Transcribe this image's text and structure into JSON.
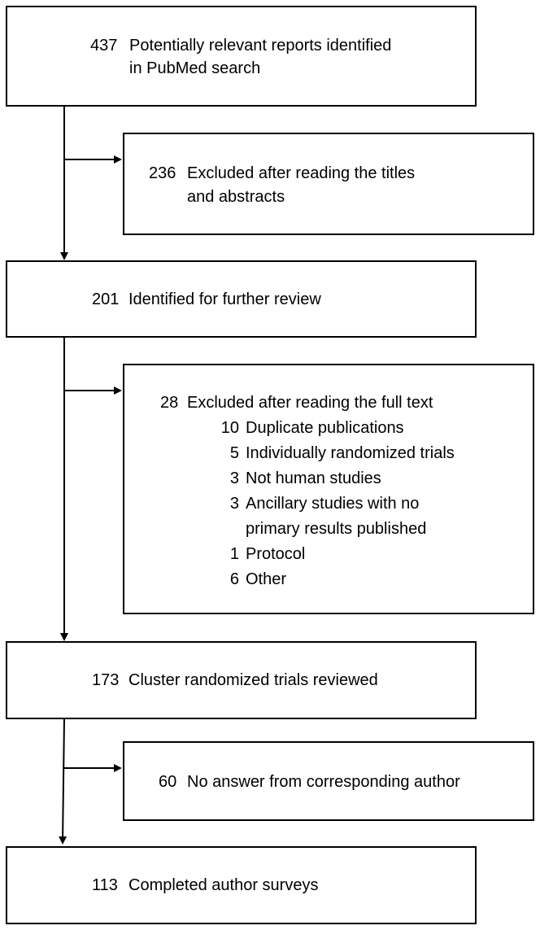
{
  "boxes": {
    "identified": {
      "count": "437",
      "text_line1": "Potentially relevant reports identified",
      "text_line2": "in PubMed search"
    },
    "excluded_titles": {
      "count": "236",
      "text_line1": "Excluded after reading the titles",
      "text_line2": "and abstracts"
    },
    "further_review": {
      "count": "201",
      "text": "Identified for further review"
    },
    "excluded_fulltext": {
      "count": "28",
      "text": "Excluded after reading the full text",
      "reasons": [
        {
          "count": "10",
          "label": "Duplicate publications"
        },
        {
          "count": "5",
          "label": "Individually randomized trials"
        },
        {
          "count": "3",
          "label": "Not human studies"
        },
        {
          "count": "3",
          "label_line1": "Ancillary studies with no",
          "label_line2": "primary results published"
        },
        {
          "count": "1",
          "label": "Protocol"
        },
        {
          "count": "6",
          "label": "Other"
        }
      ]
    },
    "reviewed": {
      "count": "173",
      "text": "Cluster randomized trials reviewed"
    },
    "no_answer": {
      "count": "60",
      "text": "No answer from corresponding author"
    },
    "completed": {
      "count": "113",
      "text": "Completed author surveys"
    }
  }
}
